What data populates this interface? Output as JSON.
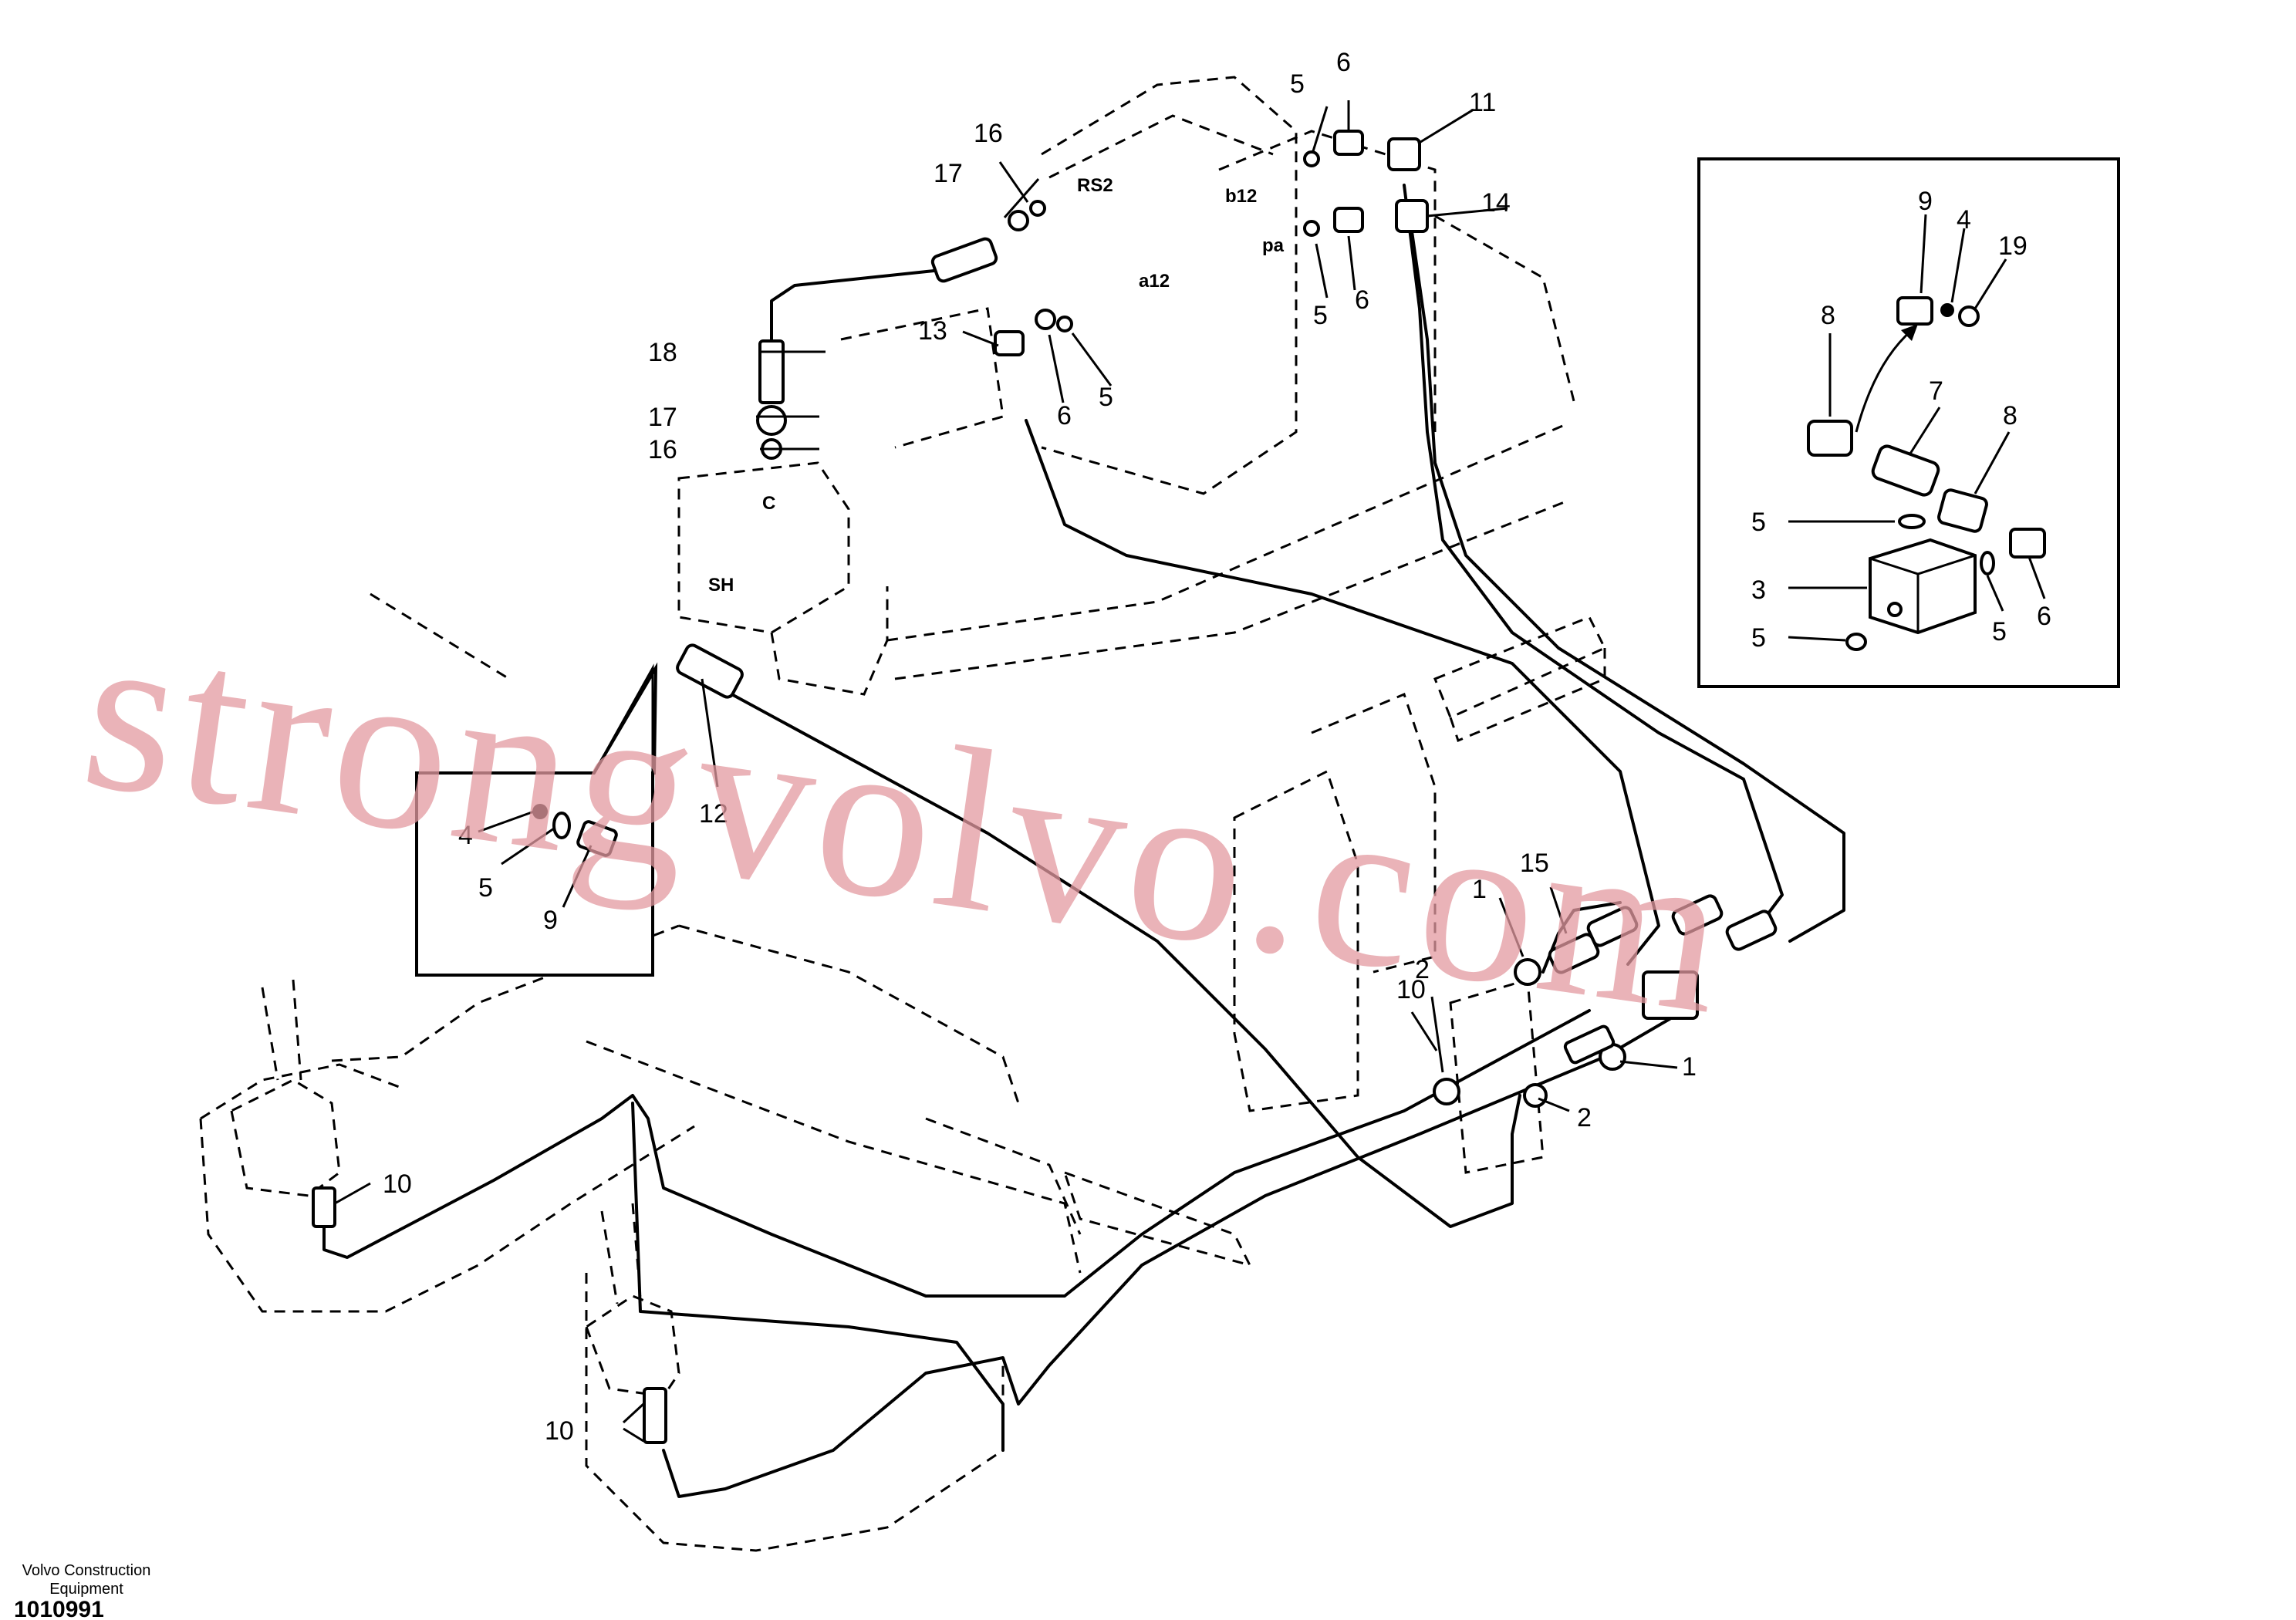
{
  "ports": {
    "rs2": "RS2",
    "a12": "a12",
    "b12": "b12",
    "pa": "pa",
    "c": "C",
    "sh": "SH"
  },
  "callouts": {
    "c1": "1",
    "c2": "2",
    "c3": "3",
    "c4": "4",
    "c5": "5",
    "c6": "6",
    "c7": "7",
    "c8": "8",
    "c9": "9",
    "c10": "10",
    "c11": "11",
    "c12": "12",
    "c13": "13",
    "c14": "14",
    "c15": "15",
    "c16": "16",
    "c17": "17",
    "c18": "18",
    "c19": "19"
  },
  "watermark": "strongvolvo.com",
  "footer": {
    "company_line1": "Volvo Construction",
    "company_line2": "Equipment",
    "drawing_number": "1010991"
  }
}
